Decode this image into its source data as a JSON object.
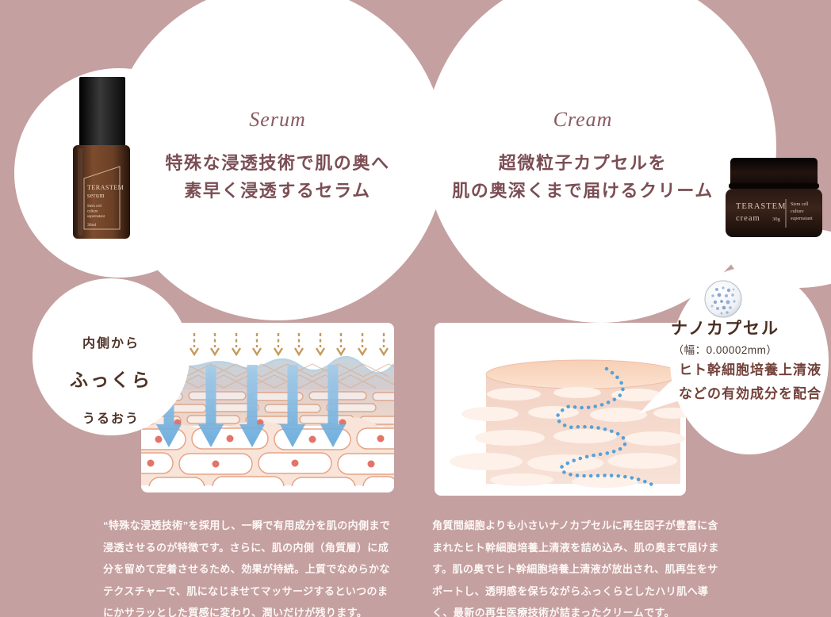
{
  "colors": {
    "background": "#c5a0a0",
    "heading_text": "#7b4e54",
    "script_text": "#8a5a62",
    "bubble_text": "#4e3226",
    "capsule_desc_text": "#73413a",
    "paragraph_text": "#ffffff",
    "gold_arrow": "#c49a5e",
    "blue_arrow": "#6fb1e0",
    "blue_dots": "#57a0d8"
  },
  "serum": {
    "script_label": "Serum",
    "heading": "特殊な浸透技術で肌の奥へ\n素早く浸透するセラム",
    "bubble": {
      "line1": "内側から",
      "line2": "ふっくら",
      "line3": "うるおう"
    },
    "paragraph": "“特殊な浸透技術”を採用し、一瞬で有用成分を肌の内側まで\n浸透させるのが特徴です。さらに、肌の内側（角質層）に成\n分を留めて定着させるため、効果が持続。上質でなめらかな\nテクスチャーで、肌になじませてマッサージするといつのま\nにかサラッとした質感に変わり、潤いだけが残ります。",
    "product": {
      "brand": "TERASTEM",
      "type": "serum",
      "sub1": "Stem cell",
      "sub2": "culture",
      "sub3": "supernatant",
      "volume": "30ml"
    }
  },
  "cream": {
    "script_label": "Cream",
    "heading": "超微粒子カプセルを\n肌の奥深くまで届けるクリーム",
    "bubble": {
      "title": "ナノカプセル",
      "size_note": "（幅：0.00002mm）",
      "desc": "ヒト幹細胞培養上清液\nなどの有効成分を配合"
    },
    "paragraph": "角質間細胞よりも小さいナノカプセルに再生因子が豊富に含\nまれたヒト幹細胞培養上清液を詰め込み、肌の奥まで届けま\nす。肌の奥でヒト幹細胞培養上清液が放出され、肌再生をサ\nポートし、透明感を保ちながらふっくらとしたハリ肌へ導\nく、最新の再生医療技術が詰まったクリームです。",
    "product": {
      "brand": "TERASTEM",
      "type": "cream",
      "weight": "30g",
      "sub1": "Stem cell",
      "sub2": "culture",
      "sub3": "supernatant"
    }
  }
}
